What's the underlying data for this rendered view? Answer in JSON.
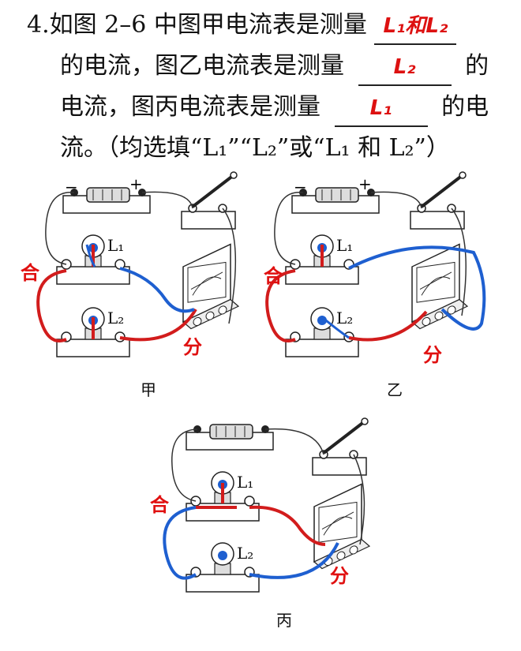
{
  "question": {
    "number": "4.",
    "line1_prefix": "如图 2–6 中图甲电流表是测量",
    "line2_a": "的电流，图乙电流表是测量",
    "line2_b": "的",
    "line3_a": "电流，图丙电流表是测量",
    "line3_b": "的电",
    "line4": "流。（均选填“L₁”“L₂”或“L₁ 和 L₂”）"
  },
  "answers": {
    "a1": "L₁和L₂",
    "a2": "L₂",
    "a3": "L₁"
  },
  "figures": {
    "jia": {
      "caption": "甲",
      "he_label": "合",
      "fen_label": "分",
      "lamp1": "L₁",
      "lamp2": "L₂"
    },
    "yi": {
      "caption": "乙",
      "he_label": "合",
      "fen_label": "分",
      "lamp1": "L₁",
      "lamp2": "L₂"
    },
    "bing": {
      "caption": "丙",
      "he_label": "合",
      "fen_label": "分",
      "lamp1": "L₁",
      "lamp2": "L₂"
    }
  },
  "battery_signs": {
    "minus": "−",
    "plus": "+"
  },
  "colors": {
    "red_wire": "#d21c1c",
    "blue_wire": "#1e5fd0",
    "black_wire": "#333333",
    "answer_ink": "#dd1111"
  }
}
